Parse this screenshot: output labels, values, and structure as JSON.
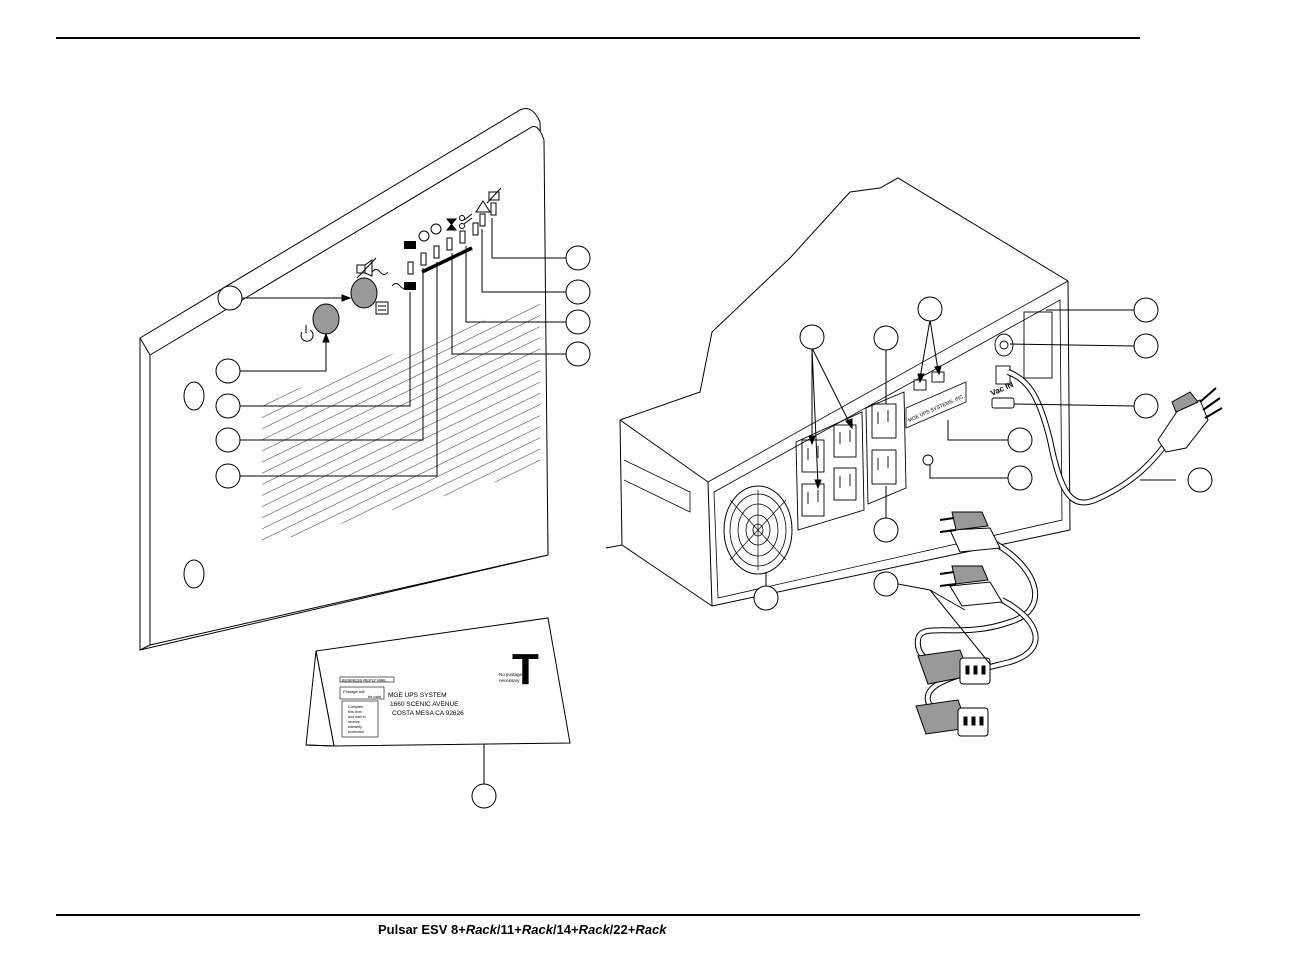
{
  "footer": {
    "model_prefix": "Pulsar ESV 8+",
    "rack1": "Rack",
    "sep1": "/11+",
    "rack2": "Rack",
    "sep2": "/14+",
    "rack3": "Rack",
    "sep3": "/22+",
    "rack4": "Rack"
  },
  "rear_panel": {
    "label_plate": "MGE UPS SYSTEMS, INC.",
    "vac_in": "Vac IN"
  },
  "card": {
    "header": "BUSINESS REPLY MAIL",
    "company": "MGE UPS SYSTEM",
    "street": "1660 SCENIC AVENUE",
    "city": "COSTA MESA  CA   92626",
    "postage_line1": "No postage",
    "postage_line2": "necessary",
    "stamp_line1": "Postage will",
    "stamp_line2": "be paid",
    "fine_print": [
      "Complete",
      "this form",
      "and mail to",
      "receive",
      "warranty",
      "protection"
    ],
    "big_letter": "T"
  }
}
